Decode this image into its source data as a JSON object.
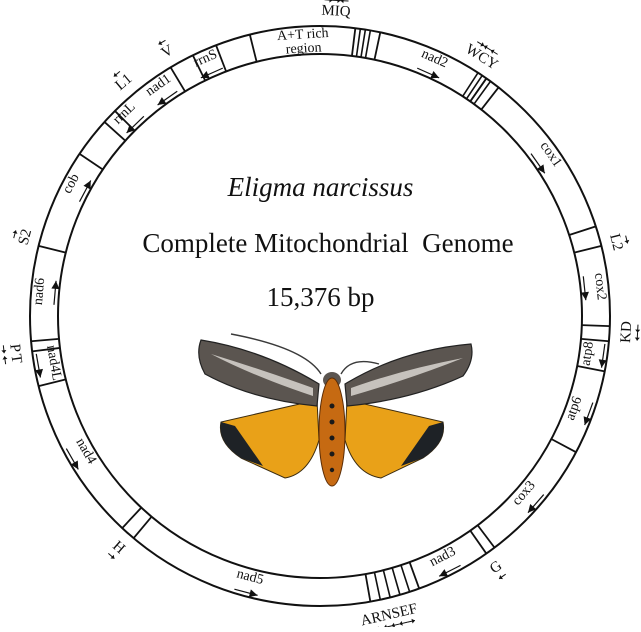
{
  "genome": {
    "species": "Eligma narcissus",
    "title": "Complete Mitochondrial  Genome",
    "size": "15,376 bp"
  },
  "genes": [
    {
      "label": "A+T rich",
      "label2": "region",
      "strand": "none"
    },
    {
      "label": "nad2",
      "strand": "J"
    },
    {
      "label": "cox1",
      "strand": "J"
    },
    {
      "label": "cox2",
      "strand": "J"
    },
    {
      "label": "atp8",
      "strand": "J"
    },
    {
      "label": "atp6",
      "strand": "J"
    },
    {
      "label": "cox3",
      "strand": "J"
    },
    {
      "label": "nad3",
      "strand": "J"
    },
    {
      "label": "nad5",
      "strand": "N"
    },
    {
      "label": "nad4",
      "strand": "N"
    },
    {
      "label": "nad4L",
      "strand": "N"
    },
    {
      "label": "nad6",
      "strand": "J"
    },
    {
      "label": "cob",
      "strand": "J"
    },
    {
      "label": "nad1",
      "strand": "N"
    },
    {
      "label": "rrnL",
      "strand": "N"
    },
    {
      "label": "rrnS",
      "strand": "N"
    }
  ],
  "trnas": [
    {
      "label": "MIQ",
      "arrows": [
        "J",
        "J",
        "N"
      ]
    },
    {
      "label": "WCY",
      "arrows": [
        "J",
        "N",
        "N"
      ]
    },
    {
      "label": "L2",
      "arrows": [
        "J"
      ]
    },
    {
      "label": "KD",
      "arrows": [
        "J",
        "J"
      ]
    },
    {
      "label": "G",
      "arrows": [
        "J"
      ]
    },
    {
      "label": "ARNSEF",
      "arrows": [
        "J",
        "J",
        "J",
        "J",
        "J",
        "N"
      ]
    },
    {
      "label": "H",
      "arrows": [
        "N"
      ]
    },
    {
      "label": "T",
      "arrows": [
        "J"
      ]
    },
    {
      "label": "P",
      "arrows": [
        "N"
      ]
    },
    {
      "label": "S2",
      "arrows": [
        "J"
      ]
    },
    {
      "label": "L1",
      "arrows": [
        "N"
      ]
    },
    {
      "label": "V",
      "arrows": [
        "N"
      ]
    }
  ]
}
